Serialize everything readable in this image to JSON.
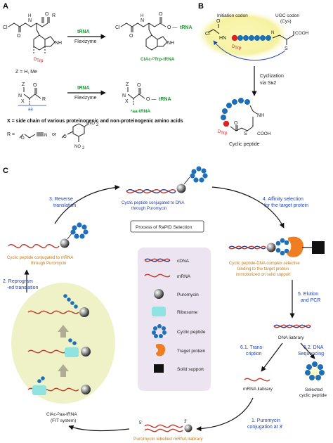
{
  "panel_a": {
    "label": "A",
    "cl_1": "Cl",
    "o_1": "O",
    "h_1": "H",
    "n_1": "N",
    "r_1": "R",
    "o_2": "O",
    "nh_1": "NH",
    "wtrp_1": "Trp",
    "trna_1": "tRNA",
    "flexizyme_1": "Flexizyme",
    "cl_2": "Cl",
    "o_3": "O",
    "h_2": "H",
    "n_2": "N",
    "o_4": "O",
    "trna_suffix_1": "tRNA",
    "nh_2": "NH",
    "product_1": "ClAc-ᴰTrp-tRNA",
    "z_def": "Z = H, Me",
    "z_1": "Z",
    "n_3": "N",
    "x_1": "X",
    "o_5": "O",
    "r_2": "R",
    "aa_1": "aa",
    "trna_2": "tRNA",
    "flexizyme_2": "Flexizyme",
    "z_2": "Z",
    "n_4": "N",
    "x_2": "X",
    "o_6": "O",
    "trna_suffix_2": "tRNA",
    "product_2": "ˣaa-tRNA",
    "x_def": "X = side chain of various proteinogenic and non-proteinogenic amino acids",
    "r_def": "R =",
    "or_text": "or",
    "no2_1": "NO",
    "no2_2": "NO"
  },
  "panel_b": {
    "label": "B",
    "initiation": "Initiation codon",
    "ugc": "UGC codon",
    "cys": "(Cys)",
    "cl": "Cl",
    "o1": "O",
    "hn": "HN",
    "cooh1": "COOH",
    "wtrp_top": "Trp",
    "s_top": "S",
    "nh_top": "N",
    "cyclization": "Cyclization",
    "via_sn2": "via Sɴ2",
    "o2": "O",
    "nh_bottom": "NH",
    "wtrp_bottom": "Trp",
    "s_bottom": "S",
    "cooh2": "COOH",
    "caption": "Cyclic peptide"
  },
  "panel_c": {
    "label": "C",
    "step_3": "3. Reverse",
    "step_3b": "translation",
    "top_caption_1": "Cyclic peptide conjugated to DNA",
    "top_caption_2": "through Puromycin",
    "step_4": "4. Affinity selection",
    "step_4b": "for the target protein",
    "process_title": "Process of RaPID Selection",
    "left_caption_1": "Cyclic peptide conjugated to mRNA",
    "left_caption_2": "through Puromycin",
    "step_2": "2. Reprogram",
    "step_2b": "-ed translation",
    "legend": [
      "cDNA",
      "mRNA",
      "Puromycin",
      "Ribosome",
      "Cyclic peptide",
      "Traget protein",
      "Solid support"
    ],
    "right_caption_1": "Cyclic peptide-DNA complex selective",
    "right_caption_2": "binding to the target protein",
    "right_caption_3": "immobolized on solid support",
    "step_5": "5. Elution",
    "step_5b": "and PCR",
    "dna_library": "DNA liabrary",
    "step_61": "6.1. Trans-",
    "step_61b": "cription",
    "step_62": "6.2. DNA",
    "step_62b": "Sequencing",
    "mrna_library": "mRNA liabrary",
    "selected_1": "Selected",
    "selected_2": "cyclic peptide",
    "clac_1": "ClAc-ᴰaa-tRNA",
    "clac_2": "(FIT system)",
    "five_prime": "5'",
    "three_prime": "3'",
    "bottom_caption": "Puromycin lebelled mRNA liabrary",
    "step_1": "1. Puromycin",
    "step_1b": "conjugation at 3'"
  },
  "colors": {
    "panel_b_glow": "#f6f2a2",
    "ribosome_oval": "#eef2c6",
    "legend_box": "#ece4f1",
    "peptide_bead": "#1f6fb8",
    "trp_bead": "#e12121",
    "target_protein": "#ef7d22",
    "ribosome": "#8fe3e0",
    "step_label_blue": "#1c3fb5",
    "caption_orange": "#c97a14",
    "trna_green": "#1a9b2f"
  }
}
